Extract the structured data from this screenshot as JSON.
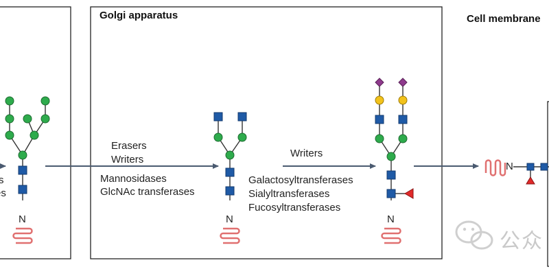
{
  "panels": {
    "golgi": {
      "title": "Golgi apparatus"
    },
    "membrane": {
      "title": "Cell membrane"
    }
  },
  "er_panel": {
    "partial_labels": [
      "s",
      "es"
    ]
  },
  "step1": {
    "labels": [
      "Erasers",
      "Writers",
      "Mannosidases",
      "GlcNAc transferases"
    ]
  },
  "step2": {
    "labels": [
      "Writers",
      "Galactosyltransferases",
      "Sialyltransferases",
      "Fucosyltransferases"
    ]
  },
  "anchor_label": "N",
  "watermark": {
    "text": "公众"
  },
  "colors": {
    "mannose": "#2eab4c",
    "glcnac": "#1f5aa6",
    "galactose": "#f2c21b",
    "sialic_acid": "#8e3a8c",
    "fucose": "#e12a2a",
    "protein": "#e07070",
    "arrow": "#4a5a70",
    "line": "#333333"
  }
}
